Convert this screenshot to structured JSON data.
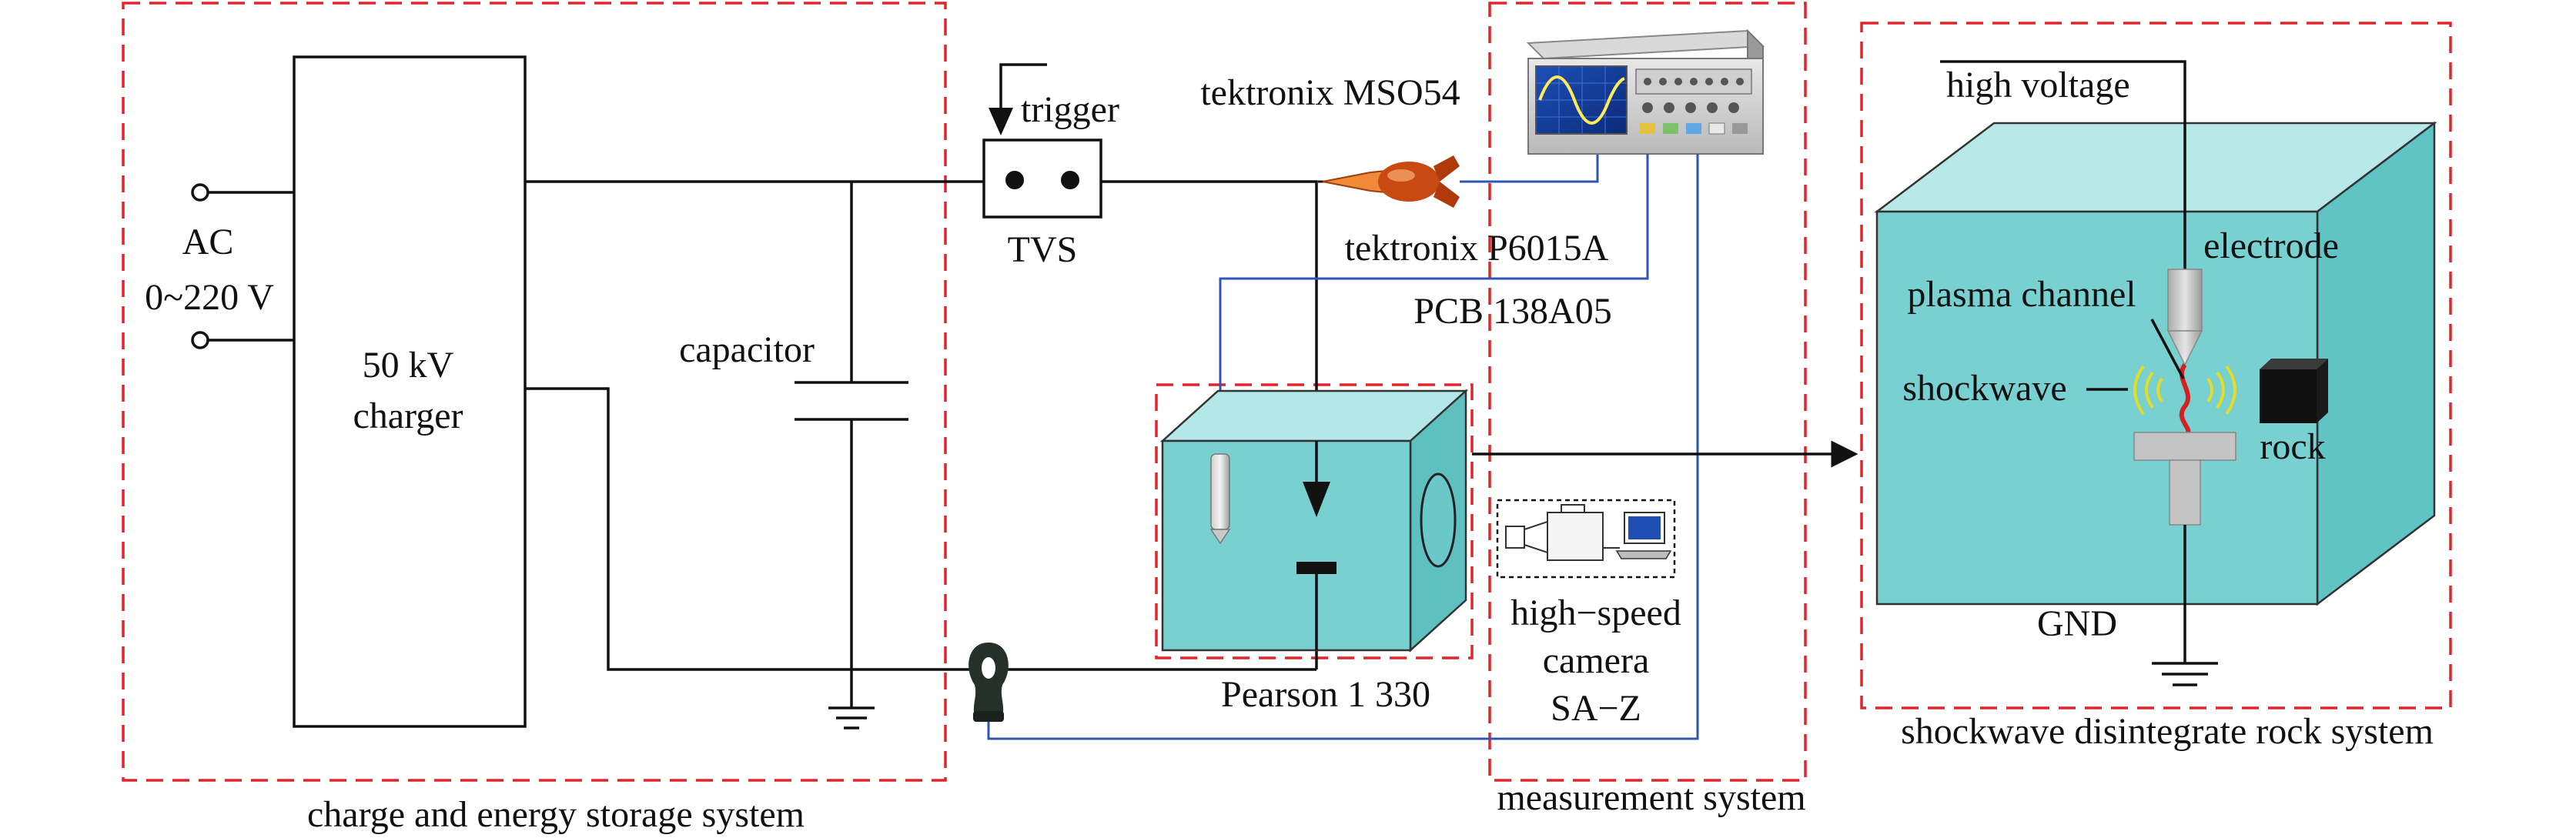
{
  "systems": {
    "charge": "charge and energy storage system",
    "measurement": "measurement system",
    "rock": "shockwave disintegrate rock system"
  },
  "source": {
    "line1": "AC",
    "line2": "0~220 V"
  },
  "charger": {
    "line1": "50 kV",
    "line2": "charger"
  },
  "capacitor": "capacitor",
  "trigger": "trigger",
  "tvs": "TVS",
  "oscilloscope": "tektronix MSO54",
  "hv_probe": "tektronix P6015A",
  "pressure_sensor": "PCB 138A05",
  "current_monitor": "Pearson 1 330",
  "camera": {
    "line1": "high−speed",
    "line2": "camera",
    "line3": "SA−Z"
  },
  "rock_system": {
    "high_voltage": "high voltage",
    "electrode": "electrode",
    "plasma_channel": "plasma channel",
    "shockwave": "shockwave",
    "rock": "rock",
    "gnd": "GND"
  },
  "colors": {
    "system_border": "#e0262c",
    "measurement_wire": "#2f55b4",
    "water_tank": "#79d0d0",
    "plasma_arc": "#d42020"
  }
}
